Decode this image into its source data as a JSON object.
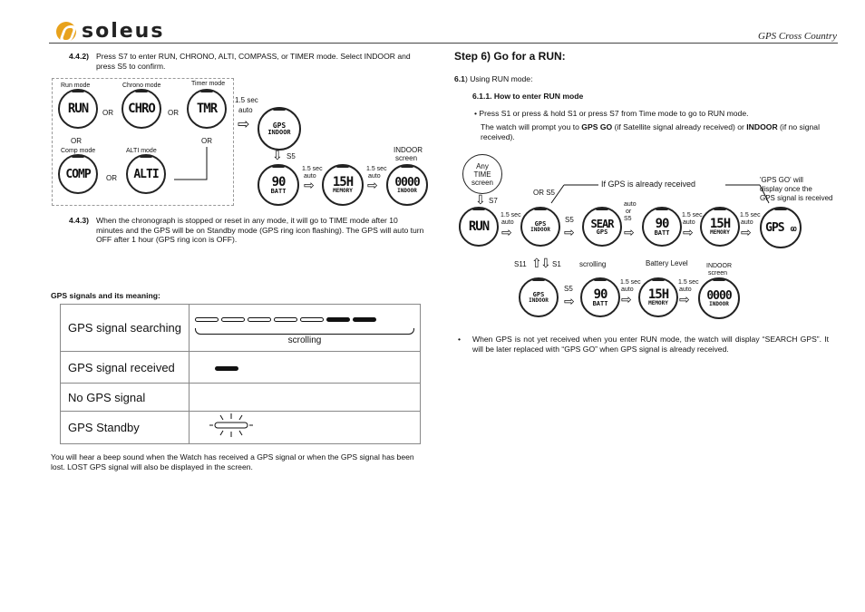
{
  "header": {
    "brand": "soleus",
    "right_title": "GPS Cross Country"
  },
  "left": {
    "s442_num": "4.4.2)",
    "s442_text": "Press S7 to enter RUN, CHRONO, ALTI, COMPASS, or TIMER mode. Select INDOOR and press S5 to confirm.",
    "diagram": {
      "run_mode": "Run mode",
      "chrono_mode": "Chrono mode",
      "timer_mode": "Timer mode",
      "comp_mode": "Comp mode",
      "alti_mode": "ALTI mode",
      "or": "OR",
      "run_disp": "RUN",
      "chro_disp": "CHRO",
      "tmr_disp": "TMR",
      "comp_disp": "COMP",
      "alti_disp": "ALTI",
      "sec_15": "1.5 sec",
      "auto": "auto",
      "gps_disp": "GPS",
      "indoor_disp": "INDOOR",
      "s5": "S5",
      "sec_small": "1.5 sec",
      "auto_small": "auto",
      "indoor_screen_1": "INDOOR",
      "indoor_screen_2": "screen",
      "d90": "90",
      "batt": "BATT",
      "d15h": "15H",
      "memory": "MEMORY",
      "indoor_time": "0000",
      "indoor_sub": "INDOOR"
    },
    "s443_num": "4.4.3)",
    "s443_text": "When the chronograph is stopped or reset in any mode, it will go to TIME mode after 10 minutes and the GPS will be on Standby mode (GPS ring icon flashing). The GPS will auto turn OFF after 1 hour (GPS ring icon is OFF).",
    "gps_signals_title": "GPS signals and its meaning:",
    "table": {
      "searching": "GPS signal searching",
      "scrolling": "scrolling",
      "received": "GPS signal received",
      "no_gps": "No GPS signal",
      "standby": "GPS Standby"
    },
    "footer_text": "You will hear a beep sound when the Watch has received a GPS signal or when the GPS signal has been lost. LOST GPS signal will also be displayed in the screen."
  },
  "right": {
    "step_title": "Step 6) Go for a RUN:",
    "s61_num": "6.1",
    "s61_text": ") Using RUN mode:",
    "s611_title": "6.1.1.  How to enter RUN mode",
    "bullet1": "• Press S1 or press & hold S1 or press S7 from Time mode to go to RUN mode.",
    "prompt_pre": "The watch will prompt you to ",
    "prompt_gpsgo": "GPS GO",
    "prompt_mid": " (if Satellite signal already received) or ",
    "prompt_indoor": "INDOOR",
    "prompt_post": " (if no signal received).",
    "diagram": {
      "any_time_1": "Any",
      "any_time_2": "TIME",
      "any_time_3": "screen",
      "s7": "S7",
      "or_s5": "OR S5",
      "if_gps": "If GPS is already received",
      "gps_go_note_1": "'GPS GO' will",
      "gps_go_note_2": "display once the",
      "gps_go_note_3": "GPS signal is received",
      "sec_15": "1.5 sec",
      "auto": "auto",
      "s5": "S5",
      "auto_or": "auto",
      "or": "or",
      "s5b": "S5",
      "auto_or_s5": "auto or S5",
      "run_disp": "RUN",
      "gps_disp": "GPS",
      "indoor_disp": "INDOOR",
      "sear_disp": "SEAR",
      "gps_small": "GPS",
      "d90": "90",
      "batt": "BATT",
      "d15h": "15H",
      "memory": "MEMORY",
      "gps_go": "GPS",
      "go": "GO",
      "s11": "S11",
      "s1": "S1",
      "scrolling": "scrolling",
      "battery_level": "Battery Level",
      "indoor_screen_1": "INDOOR",
      "indoor_screen_2": "screen",
      "indoor_time": "0000",
      "indoor_sub": "INDOOR"
    },
    "bullet2": "When GPS is not yet received when you enter RUN mode, the watch will display “SEARCH GPS”. It will be later replaced with “GPS GO” when GPS signal is already received."
  },
  "colors": {
    "logo_accent": "#e8a21c",
    "text": "#111111"
  },
  "icons": [
    "logo-icon",
    "arrow-right-icon",
    "arrow-down-icon",
    "arrow-up-icon",
    "gps-ring-icon"
  ]
}
